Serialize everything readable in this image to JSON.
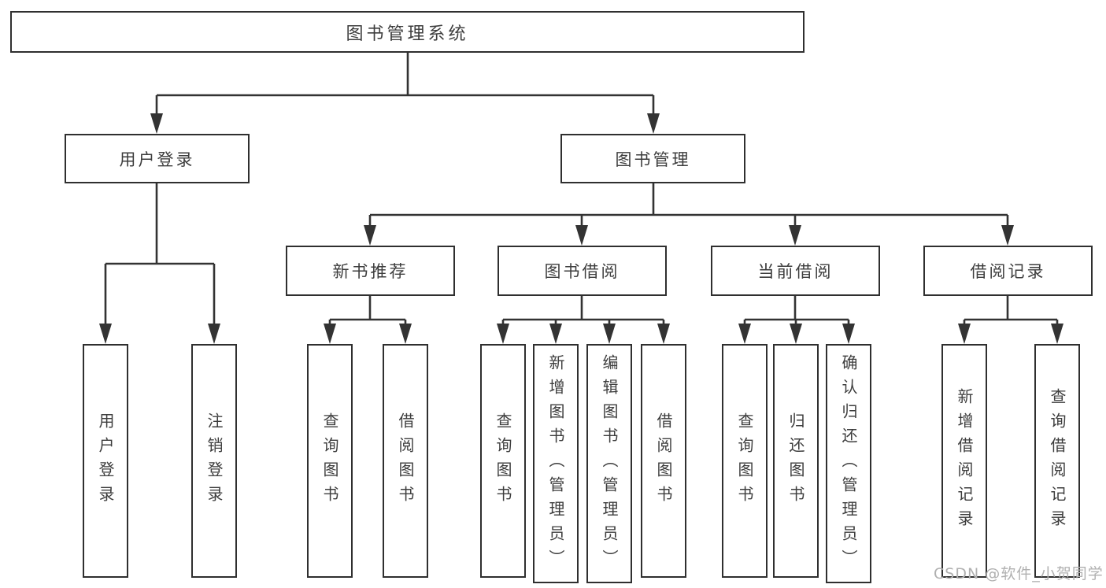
{
  "tree": {
    "label": "图书管理系统",
    "children": [
      {
        "label": "用户登录",
        "children": [
          {
            "label": "用户登录"
          },
          {
            "label": "注销登录"
          }
        ]
      },
      {
        "label": "图书管理",
        "children": [
          {
            "label": "新书推荐",
            "children": [
              {
                "label": "查询图书"
              },
              {
                "label": "借阅图书"
              }
            ]
          },
          {
            "label": "图书借阅",
            "children": [
              {
                "label": "查询图书"
              },
              {
                "label": "新增图书（管理员）"
              },
              {
                "label": "编辑图书（管理员）"
              },
              {
                "label": "借阅图书"
              }
            ]
          },
          {
            "label": "当前借阅",
            "children": [
              {
                "label": "查询图书"
              },
              {
                "label": "归还图书"
              },
              {
                "label": "确认归还（管理员）"
              }
            ]
          },
          {
            "label": "借阅记录",
            "children": [
              {
                "label": "新增借阅记录"
              },
              {
                "label": "查询借阅记录"
              }
            ]
          }
        ]
      }
    ]
  },
  "watermark": {
    "text": "CSDN @软件_小贺同学"
  },
  "theme": {
    "line_color": "#333333",
    "border_color": "#2f2f2f",
    "text_color": "#3d3d3d",
    "watermark_color": "#b0b0b0",
    "bg_color": "#ffffff"
  }
}
